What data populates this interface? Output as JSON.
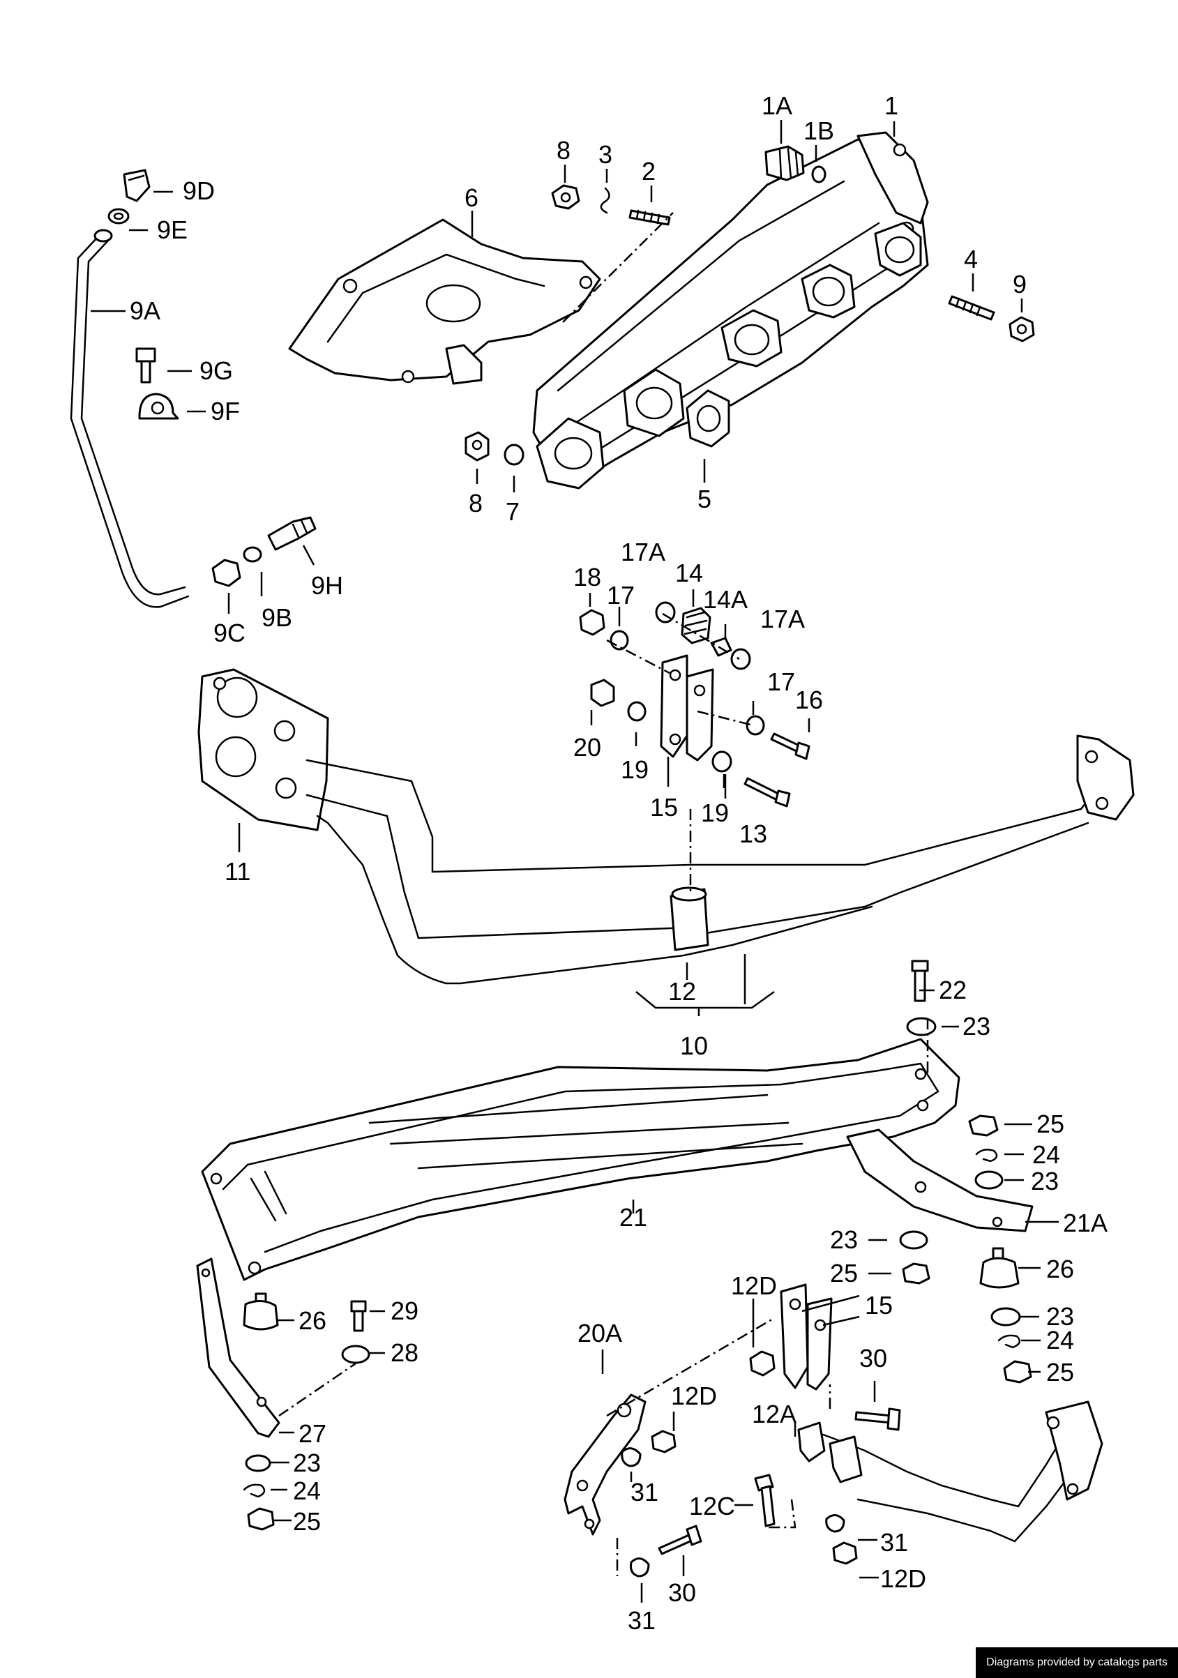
{
  "labels": {
    "l1": "1",
    "l1A": "1A",
    "l1B": "1B",
    "l2": "2",
    "l3": "3",
    "l4": "4",
    "l5": "5",
    "l6": "6",
    "l7": "7",
    "l8a": "8",
    "l8b": "8",
    "l9": "9",
    "l9A": "9A",
    "l9B": "9B",
    "l9C": "9C",
    "l9D": "9D",
    "l9E": "9E",
    "l9F": "9F",
    "l9G": "9G",
    "l9H": "9H",
    "l10": "10",
    "l11": "11",
    "l12": "12",
    "l12A": "12A",
    "l12C": "12C",
    "l12Da": "12D",
    "l12Db": "12D",
    "l12Dc": "12D",
    "l13": "13",
    "l14": "14",
    "l14A": "14A",
    "l15a": "15",
    "l15b": "15",
    "l16": "16",
    "l17a": "17",
    "l17b": "17",
    "l17Aa": "17A",
    "l17Ab": "17A",
    "l18": "18",
    "l19a": "19",
    "l19b": "19",
    "l20": "20",
    "l20A": "20A",
    "l21": "21",
    "l21A": "21A",
    "l22": "22",
    "l23a": "23",
    "l23b": "23",
    "l23c": "23",
    "l23d": "23",
    "l23e": "23",
    "l24a": "24",
    "l24b": "24",
    "l24c": "24",
    "l25a": "25",
    "l25b": "25",
    "l25c": "25",
    "l25d": "25",
    "l26a": "26",
    "l26b": "26",
    "l27": "27",
    "l28": "28",
    "l29": "29",
    "l30a": "30",
    "l30b": "30",
    "l31a": "31",
    "l31b": "31",
    "l31c": "31"
  },
  "credit": "Diagrams provided by catalogs parts"
}
